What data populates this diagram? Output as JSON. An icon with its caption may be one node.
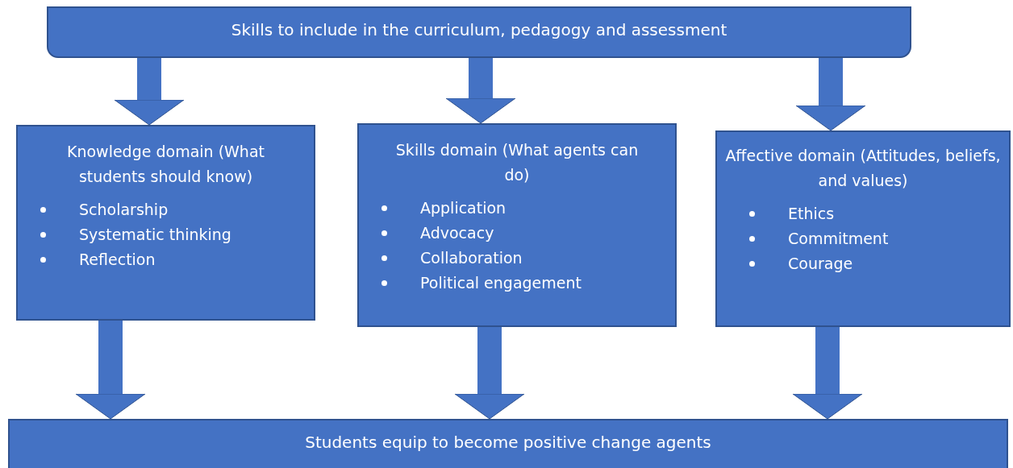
{
  "diagram": {
    "nodes": [
      {
        "text": [
          "Skills to include in the curriculum, pedagogy and assessment"
        ]
      },
      {
        "text": [
          "Knowledge domain (What students should know)",
          "Scholarship",
          "Systematic thinking",
          "Reflection"
        ]
      },
      {
        "text": [
          "Skills domain (What agents can do)",
          "Application",
          "Advocacy",
          "Collaboration",
          "Political engagement"
        ]
      },
      {
        "text": [
          "Affective domain (Attitudes, beliefs, and values)",
          "Ethics",
          "Commitment",
          "Courage"
        ]
      },
      {
        "text": [
          "Students equip to become positive change agents"
        ]
      }
    ],
    "edges": [
      {
        "from": 0,
        "to": 1,
        "arrow": "to"
      },
      {
        "from": 0,
        "to": 2,
        "arrow": "to"
      },
      {
        "from": 0,
        "to": 3,
        "arrow": "to"
      },
      {
        "from": 1,
        "to": 4,
        "arrow": "to"
      },
      {
        "from": 2,
        "to": 4,
        "arrow": "to"
      },
      {
        "from": 3,
        "to": 4,
        "arrow": "to"
      }
    ]
  }
}
